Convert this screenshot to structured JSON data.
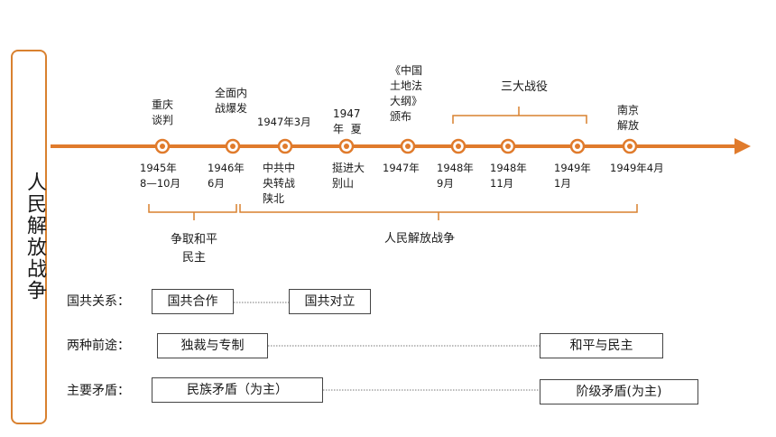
{
  "side_title": "人民解放战争",
  "timeline": {
    "events": [
      {
        "above": "重庆\n谈判",
        "below": "1945年\n8—10月"
      },
      {
        "above": "全面内\n战爆发",
        "below": "1946年\n6月"
      },
      {
        "above": "1947年3月",
        "below": "中共中\n央转战\n陕北"
      },
      {
        "above": "1947\n年  夏",
        "below": "挺进大\n别山"
      },
      {
        "above": "《中国\n土地法\n大纲》\n颁布",
        "below": "1947年"
      },
      {
        "above": "",
        "below": "1948年\n9月"
      },
      {
        "above": "",
        "below": "1948年\n11月"
      },
      {
        "above": "",
        "below": "1949年\n1月"
      },
      {
        "above": "南京\n解放",
        "below": "1949年4月"
      }
    ],
    "three_campaigns_label": "三大战役",
    "phase_left_label": "争取和平\n民主",
    "phase_right_label": "人民解放战争"
  },
  "rows": [
    {
      "label": "国共关系：",
      "left_box": "国共合作",
      "right_box": "国共对立"
    },
    {
      "label": "两种前途：",
      "left_box": "独裁与专制",
      "right_box": "和平与民主"
    },
    {
      "label": "主要矛盾：",
      "left_box": "民族矛盾（为主）",
      "right_box": "阶级矛盾(为主)"
    }
  ],
  "colors": {
    "accent": "#d9812f",
    "line": "#e07b2c",
    "text": "#1a1a1a"
  }
}
